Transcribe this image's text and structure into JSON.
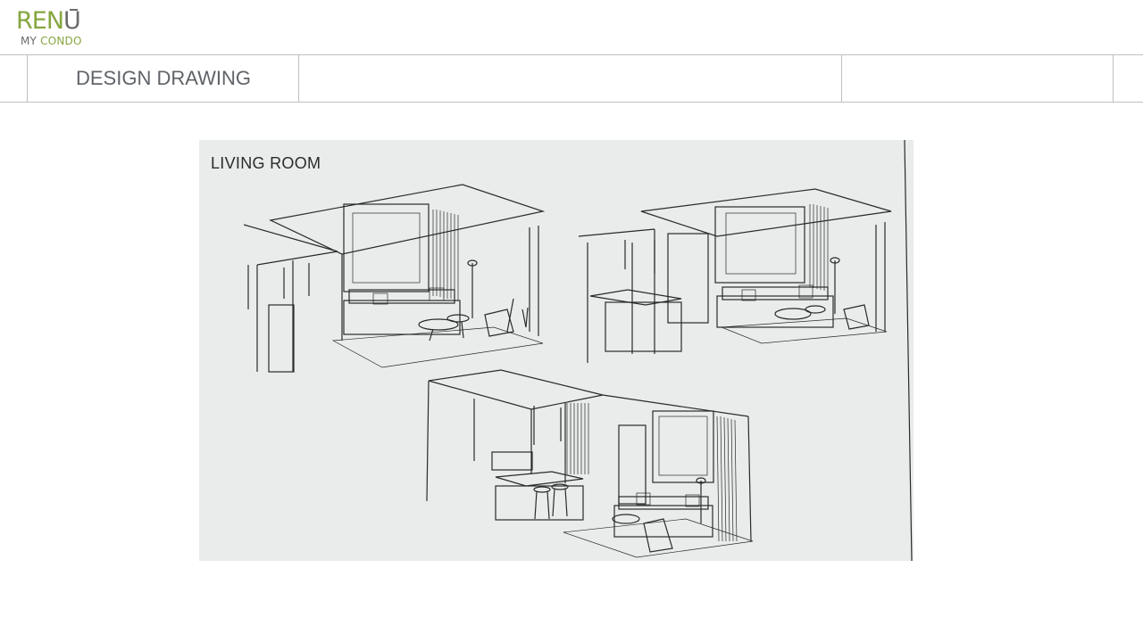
{
  "logo": {
    "brand_re": "REN",
    "brand_u": "U",
    "tag_my": "MY",
    "tag_condo": "CONDO"
  },
  "header": {
    "section_title": "DESIGN DRAWING"
  },
  "drawing": {
    "label": "LIVING ROOM"
  },
  "colors": {
    "accent_green": "#86a63f",
    "logo_gray": "#6b6b6b",
    "rule": "#bfbfbf",
    "title_text": "#5f6368"
  }
}
